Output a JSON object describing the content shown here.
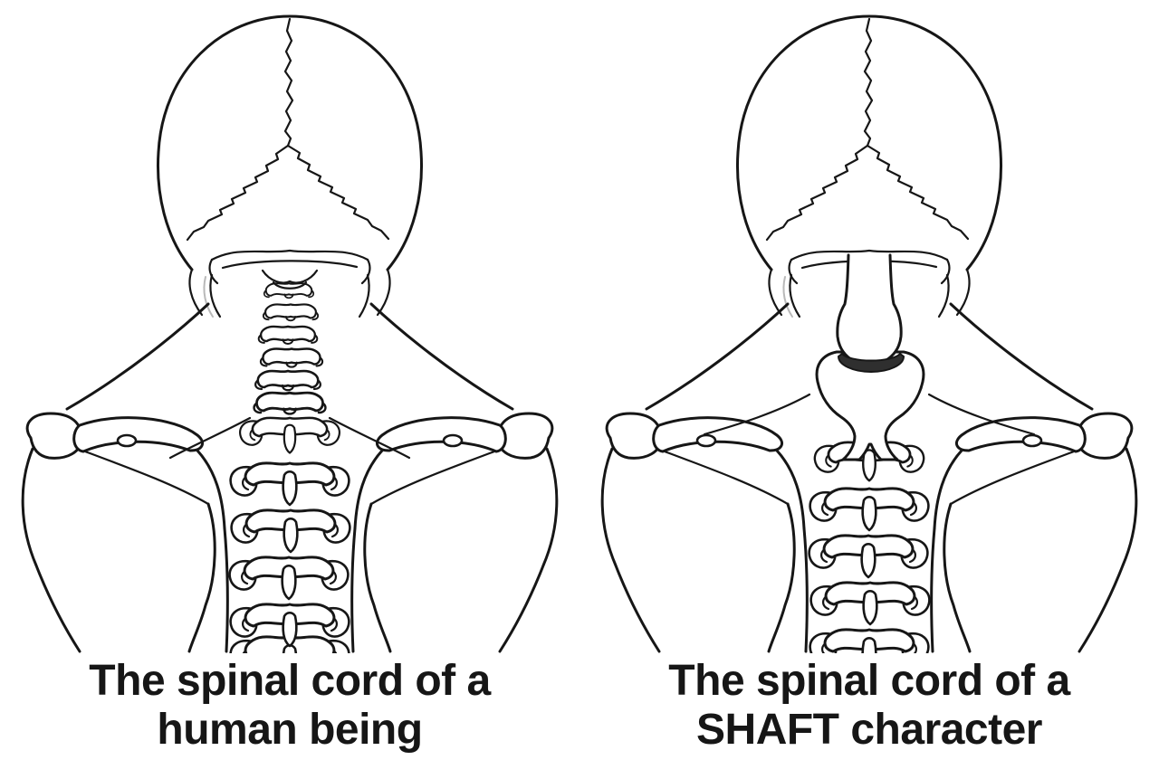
{
  "colors": {
    "background": "#ffffff",
    "ink": "#161616",
    "socket_ring": "#2f2f2f"
  },
  "figures": [
    {
      "caption_line1": "The spinal cord of a",
      "caption_line2": "human being"
    },
    {
      "caption_line1": "The spinal cord of a",
      "caption_line2": "SHAFT character"
    }
  ]
}
